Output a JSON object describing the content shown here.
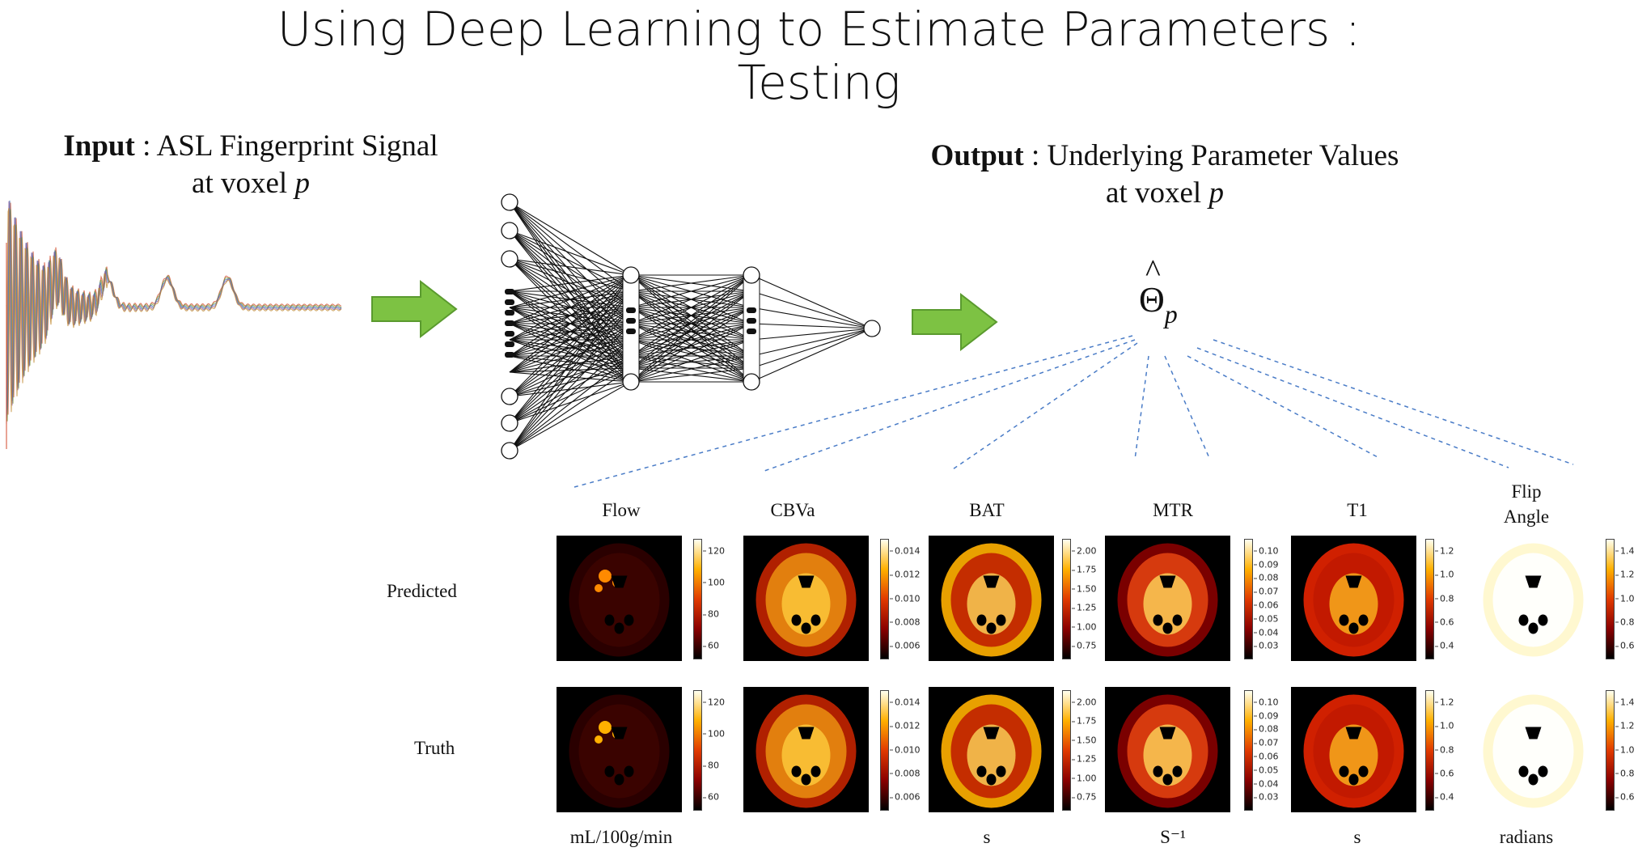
{
  "slide": {
    "title_line1": "Using Deep Learning to Estimate Parameters :",
    "title_line2": "Testing"
  },
  "input": {
    "heading_bold": "Input",
    "heading_rest": " : ASL Fingerprint Signal",
    "heading_line2": "at voxel ",
    "voxel_var": "p"
  },
  "output": {
    "heading_bold": "Output",
    "heading_rest": " : Underlying Parameter Values",
    "heading_line2": "at voxel ",
    "voxel_var": "p",
    "symbol": "Θ",
    "symbol_sub": "p"
  },
  "rows": [
    {
      "label": "Predicted"
    },
    {
      "label": "Truth"
    }
  ],
  "parameters": [
    {
      "name": "Flow",
      "unit": "mL/100g/min",
      "ticks": [
        "120",
        "100",
        "80",
        "60"
      ],
      "colormap": "hot"
    },
    {
      "name": "CBVa",
      "unit": "",
      "ticks": [
        "0.014",
        "0.012",
        "0.010",
        "0.008",
        "0.006"
      ],
      "colormap": "hot"
    },
    {
      "name": "BAT",
      "unit": "s",
      "ticks": [
        "2.00",
        "1.75",
        "1.50",
        "1.25",
        "1.00",
        "0.75"
      ],
      "colormap": "hot"
    },
    {
      "name": "MTR",
      "unit": "S⁻¹",
      "ticks": [
        "0.10",
        "0.09",
        "0.08",
        "0.07",
        "0.06",
        "0.05",
        "0.04",
        "0.03"
      ],
      "colormap": "hot"
    },
    {
      "name": "T1",
      "unit": "s",
      "ticks": [
        "1.2",
        "1.0",
        "0.8",
        "0.6",
        "0.4"
      ],
      "colormap": "hot"
    },
    {
      "name": "Flip Angle",
      "name_line1": "Flip",
      "name_line2": "Angle",
      "unit": "radians",
      "ticks": [
        "1.4",
        "1.2",
        "1.0",
        "0.8",
        "0.6"
      ],
      "colormap": "hot"
    }
  ],
  "colors": {
    "arrow_green": "#7dc243",
    "arrow_outline": "#5a9a2e",
    "dash_blue": "#4a7cc7",
    "network_line": "#111111"
  }
}
